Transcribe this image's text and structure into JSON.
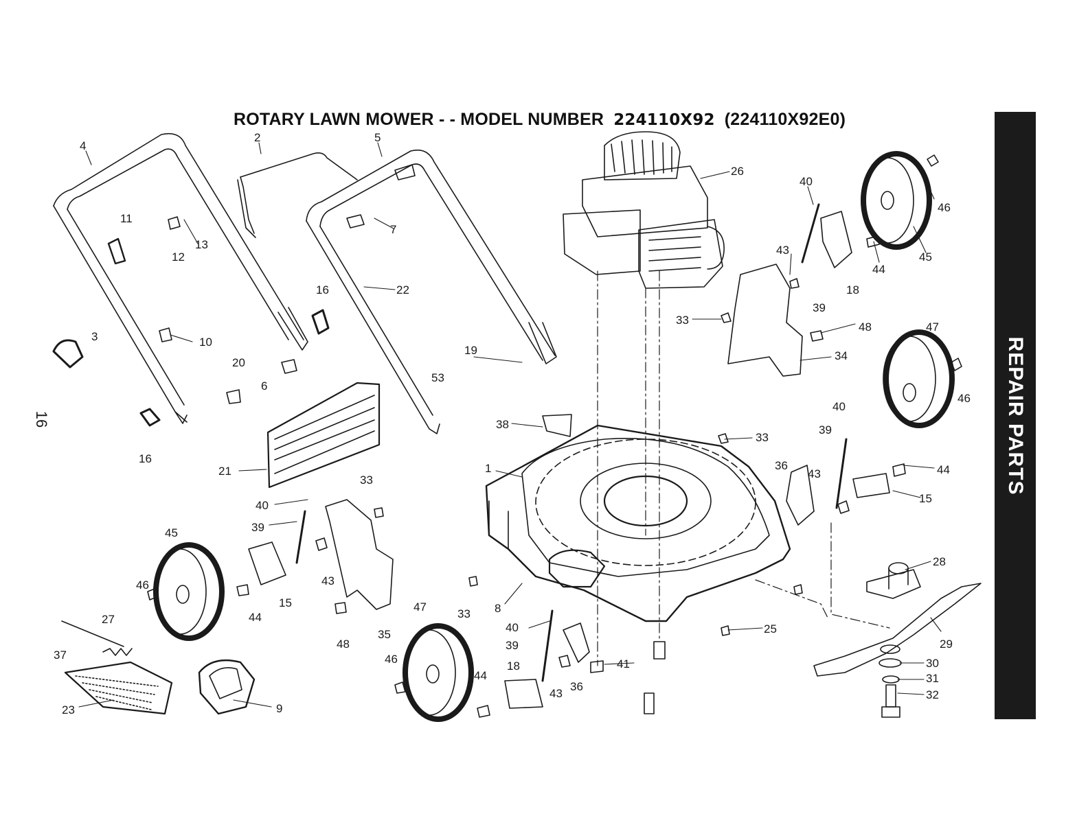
{
  "header": {
    "title": "ROTARY LAWN MOWER - - MODEL NUMBER",
    "model_number": "224110X92",
    "model_code": "(224110X92E0)"
  },
  "page_number": "16",
  "section_tab": "REPAIR PARTS",
  "colors": {
    "ink": "#1a1a1a",
    "tab": "#1b1b1b",
    "paper": "#ffffff"
  },
  "callouts": {
    "c4": "4",
    "c2": "2",
    "c5": "5",
    "c26": "26",
    "c40a": "40",
    "c46a": "46",
    "c11": "11",
    "c12": "12",
    "c13": "13",
    "c7": "7",
    "c43a": "43",
    "c44a": "44",
    "c45a": "45",
    "c18a": "18",
    "c39a": "39",
    "c16a": "16",
    "c22": "22",
    "c33a": "33",
    "c48a": "48",
    "c47a": "47",
    "c3": "3",
    "c10": "10",
    "c19": "19",
    "c34": "34",
    "c20": "20",
    "c6": "6",
    "c53": "53",
    "c46b": "46",
    "c40b": "40",
    "c16b": "16",
    "c38": "38",
    "c39b": "39",
    "c33b": "33",
    "c21": "21",
    "c1": "1",
    "c36a": "36",
    "c43b": "43",
    "c44b": "44",
    "c15a": "15",
    "c33c": "33",
    "c40c": "40",
    "c39c": "39",
    "c45b": "45",
    "c46c": "46",
    "c43c": "43",
    "c15b": "15",
    "c44c": "44",
    "c35": "35",
    "c48b": "48",
    "c33d": "33",
    "c8": "8",
    "c47b": "47",
    "c28": "28",
    "c29": "29",
    "c27": "27",
    "c37": "37",
    "c40d": "40",
    "c39d": "39",
    "c18b": "18",
    "c41": "41",
    "c25": "25",
    "c30": "30",
    "c31": "31",
    "c32": "32",
    "c46d": "46",
    "c44d": "44",
    "c43d": "43",
    "c36b": "36",
    "c23": "23",
    "c9": "9"
  },
  "parts_icons": [
    "handle-upper-icon",
    "handle-lower-icon",
    "bail-wire-icon",
    "engine-icon",
    "deck-icon",
    "wheel-icon",
    "blade-icon",
    "grass-bag-icon",
    "rear-flap-icon",
    "height-adjuster-icon",
    "blade-adapter-icon",
    "bolt-icon",
    "nut-icon",
    "knob-icon",
    "spring-icon"
  ]
}
